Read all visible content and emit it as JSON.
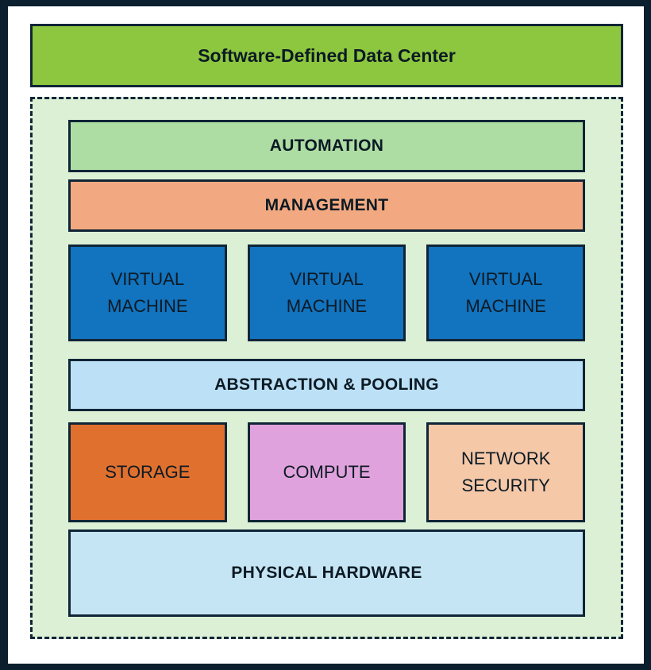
{
  "diagram": {
    "title": "Software-Defined Data Center",
    "layers": {
      "automation": "AUTOMATION",
      "management": "MANAGEMENT",
      "virtual_machines": [
        "VIRTUAL MACHINE",
        "VIRTUAL MACHINE",
        "VIRTUAL MACHINE"
      ],
      "abstraction": "ABSTRACTION & POOLING",
      "resources": [
        "STORAGE",
        "COMPUTE",
        "NETWORK SECURITY"
      ],
      "physical": "PHYSICAL HARDWARE"
    },
    "colors": {
      "outer_frame": "#0b1f2e",
      "page_bg": "#ffffff",
      "title_bg": "#8dc63f",
      "stack_bg": "#dcf0d6",
      "automation_bg": "#aedda4",
      "management_bg": "#f2a981",
      "virtual_machine_bg": "#1273be",
      "abstraction_bg": "#bce0f5",
      "storage_bg": "#e0702e",
      "compute_bg": "#e0a2dc",
      "network_security_bg": "#f5c8a8",
      "physical_bg": "#c5e4f4",
      "line_and_text": "#102536"
    }
  }
}
